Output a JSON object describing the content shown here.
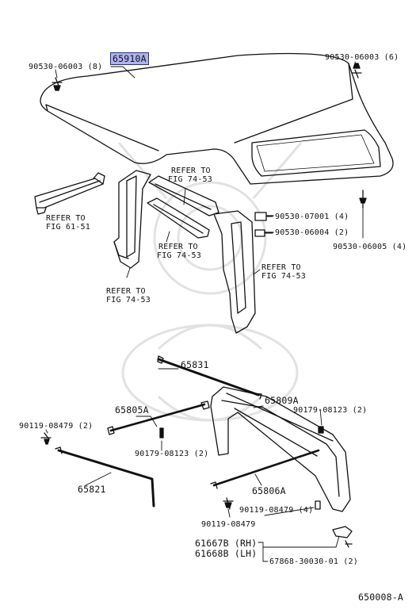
{
  "diagram_id": "650008-A",
  "highlight_part": "65910A",
  "colors": {
    "highlight_bg": "#aeb3f0",
    "line": "#111111",
    "watermark": "#e2e2e2"
  },
  "labels": {
    "p65910A": "65910A",
    "b_tl": "90530-06003 (8)",
    "b_tr": "90530-06003 (6)",
    "b_07001": "90530-07001 (4)",
    "b_06004": "90530-06004 (2)",
    "b_06005": "90530-06005 (4)",
    "ref_61_51_a": "REFER TO",
    "ref_61_51_b": "FIG 61-51",
    "ref_top_a": "REFER TO",
    "ref_top_b": "FIG 74-53",
    "ref_mid_a": "REFER TO",
    "ref_mid_b": "FIG 74-53",
    "ref_right_a": "REFER TO",
    "ref_right_b": "FIG 74-53",
    "ref_left_a": "REFER TO",
    "ref_left_b": "FIG 74-53",
    "p65831": "65831",
    "p65809A": "65809A",
    "p65805A": "65805A",
    "c_08123_r": "90179-08123 (2)",
    "c_08123_c": "90179-08123 (2)",
    "s_08479_l": "90119-08479 (2)",
    "p65821": "65821",
    "p65806A": "65806A",
    "s_08479_4": "90119-08479 (4)",
    "s_08479_b": "90119-08479",
    "p61667B": "61667B (RH)",
    "p61668B": "61668B (LH)",
    "p67868": "67868-30030-01 (2)",
    "code": "650008-A"
  }
}
